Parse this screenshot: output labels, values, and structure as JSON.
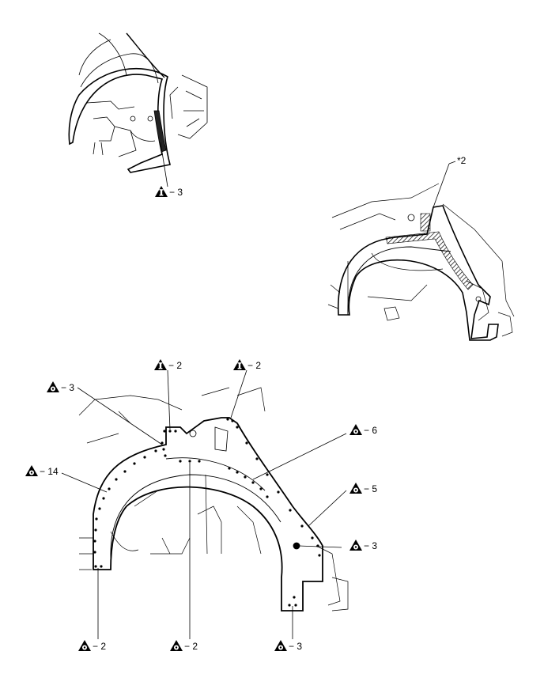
{
  "top_view": {
    "callout": {
      "symbol": "triangle-i-icon",
      "text": "− 3"
    }
  },
  "middle_view": {
    "reference_label": "*2"
  },
  "bottom_view": {
    "callouts": [
      {
        "id": "c-i2-left",
        "symbol": "triangle-i-icon",
        "text": "− 2"
      },
      {
        "id": "c-i2-right",
        "symbol": "triangle-i-icon",
        "text": "− 2"
      },
      {
        "id": "c-o3-topleft",
        "symbol": "triangle-o-icon",
        "text": "− 3"
      },
      {
        "id": "c-o6",
        "symbol": "triangle-o-icon",
        "text": "− 6"
      },
      {
        "id": "c-o14",
        "symbol": "triangle-o-icon",
        "text": "− 14"
      },
      {
        "id": "c-o5",
        "symbol": "triangle-o-icon",
        "text": "− 5"
      },
      {
        "id": "c-o3-right",
        "symbol": "triangle-o-icon",
        "text": "− 3"
      },
      {
        "id": "c-o2-bottomleft",
        "symbol": "triangle-o-icon",
        "text": "− 2"
      },
      {
        "id": "c-o2-bottommid",
        "symbol": "triangle-o-icon",
        "text": "− 2"
      },
      {
        "id": "c-o3-bottomright",
        "symbol": "triangle-o-icon",
        "text": "− 3"
      }
    ]
  }
}
